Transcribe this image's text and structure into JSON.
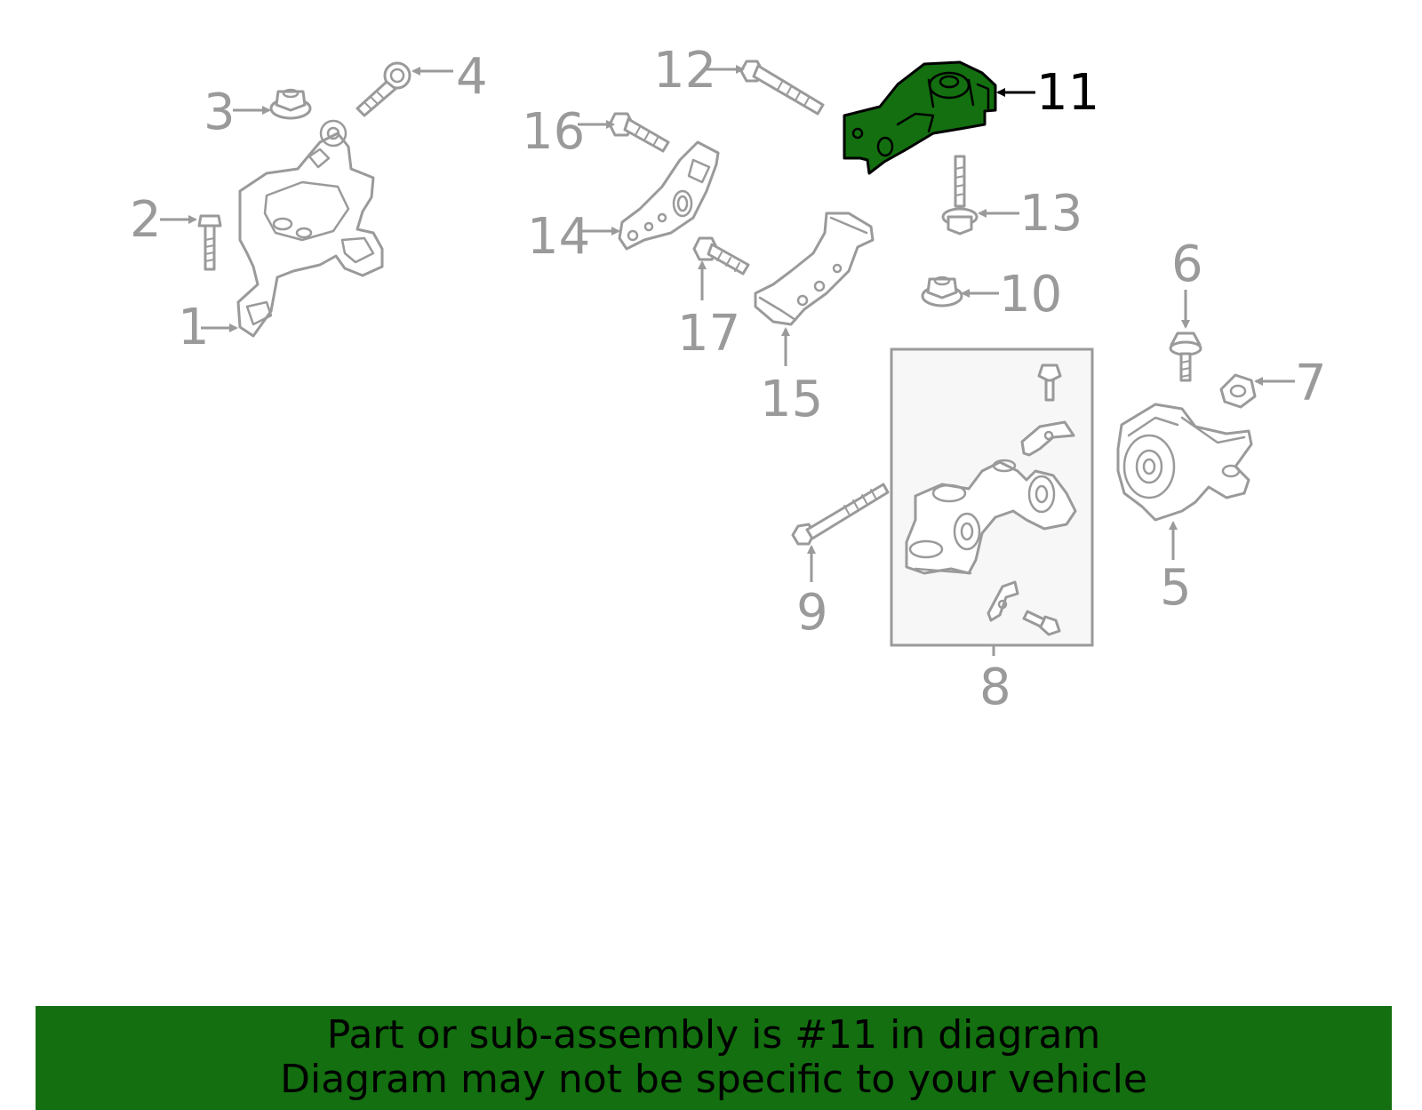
{
  "colors": {
    "highlight": "#136f0f",
    "line_art": "#9a9a9a",
    "banner_text": "#000000"
  },
  "highlighted_part": "11",
  "callouts": {
    "c1": "1",
    "c2": "2",
    "c3": "3",
    "c4": "4",
    "c5": "5",
    "c6": "6",
    "c7": "7",
    "c8": "8",
    "c9": "9",
    "c10": "10",
    "c11": "11",
    "c12": "12",
    "c13": "13",
    "c14": "14",
    "c15": "15",
    "c16": "16",
    "c17": "17"
  },
  "banner": {
    "line1": "Part or sub-assembly is #11 in diagram",
    "line2": "Diagram may not be specific to your vehicle"
  }
}
